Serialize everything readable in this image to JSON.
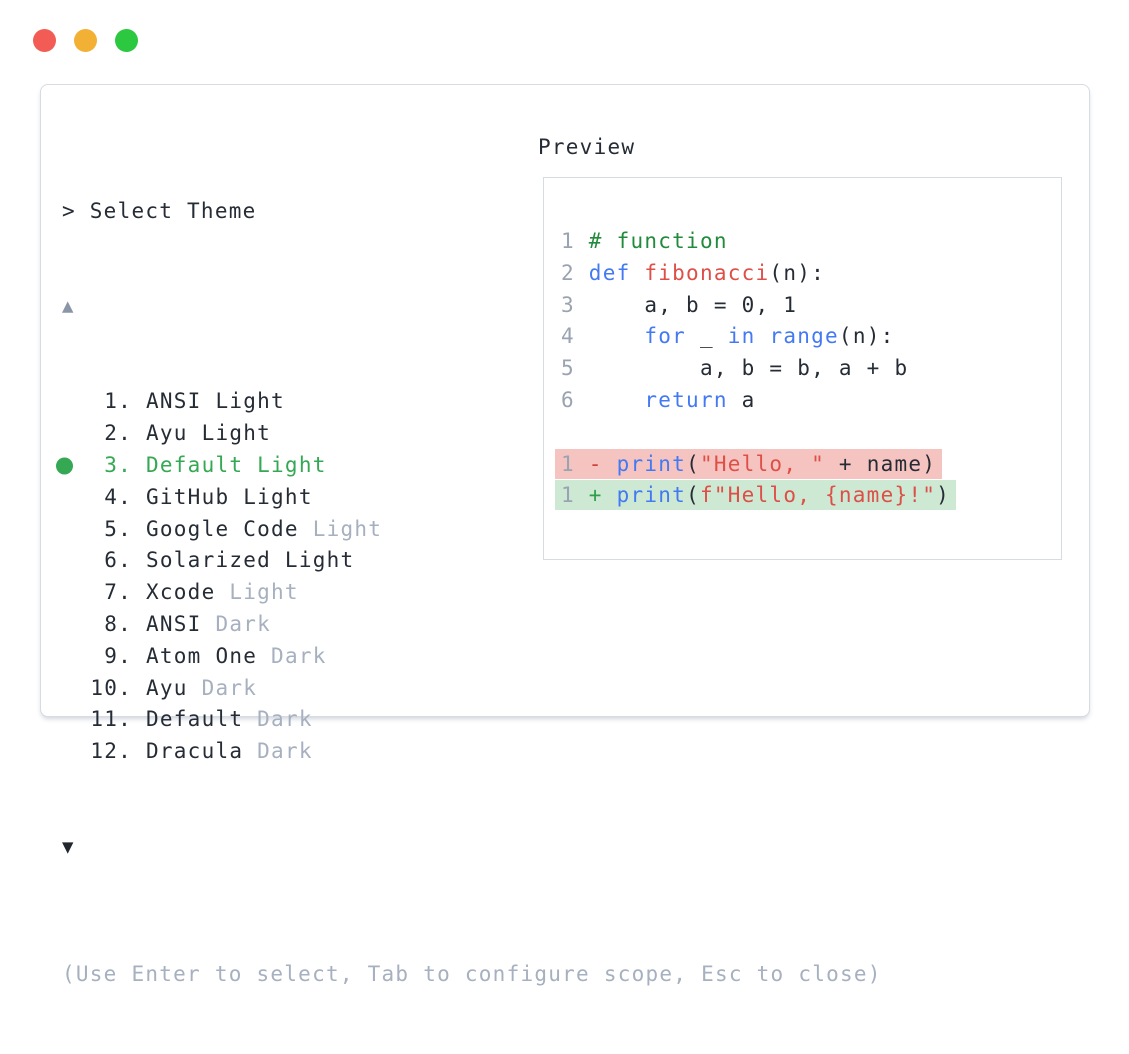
{
  "colors": {
    "text": "#262c36",
    "dim": "#a6b0bf",
    "line_number": "#9aa3b2",
    "accent_green": "#34a853",
    "comment_green": "#228b3b",
    "keyword_blue": "#4379f2",
    "string_red": "#dd4f47",
    "minus_red": "#d23f38",
    "plus_green": "#2f9e44",
    "removed_bg": "#f6c4c0",
    "added_bg": "#cde8d3",
    "border": "#d7dbe2",
    "dot_red": "#f25c54",
    "dot_yellow": "#f2b134",
    "dot_green": "#2bc840"
  },
  "theme_picker": {
    "prompt": "> Select Theme",
    "scroll_up": "▲",
    "scroll_down": "▼",
    "items": [
      {
        "number": "1.",
        "label": "ANSI Light",
        "dim_label": "",
        "selected": false
      },
      {
        "number": "2.",
        "label": "Ayu Light",
        "dim_label": "",
        "selected": false
      },
      {
        "number": "3.",
        "label": "Default Light",
        "dim_label": "",
        "selected": true
      },
      {
        "number": "4.",
        "label": "GitHub Light",
        "dim_label": "",
        "selected": false
      },
      {
        "number": "5.",
        "label": "Google Code",
        "dim_label": "Light",
        "selected": false
      },
      {
        "number": "6.",
        "label": "Solarized Light",
        "dim_label": "",
        "selected": false
      },
      {
        "number": "7.",
        "label": "Xcode",
        "dim_label": "Light",
        "selected": false
      },
      {
        "number": "8.",
        "label": "ANSI",
        "dim_label": "Dark",
        "selected": false
      },
      {
        "number": "9.",
        "label": "Atom One",
        "dim_label": "Dark",
        "selected": false
      },
      {
        "number": "10.",
        "label": "Ayu",
        "dim_label": "Dark",
        "selected": false
      },
      {
        "number": "11.",
        "label": "Default",
        "dim_label": "Dark",
        "selected": false
      },
      {
        "number": "12.",
        "label": "Dracula",
        "dim_label": "Dark",
        "selected": false
      }
    ],
    "hint": "(Use Enter to select, Tab to configure scope, Esc to close)"
  },
  "preview": {
    "title": "Preview",
    "lines": [
      {
        "num": "1",
        "tokens": [
          {
            "text": "# function",
            "type": "comment"
          }
        ]
      },
      {
        "num": "2",
        "tokens": [
          {
            "text": "def ",
            "type": "keyword"
          },
          {
            "text": "fibonacci",
            "type": "func"
          },
          {
            "text": "(n):",
            "type": "plain"
          }
        ]
      },
      {
        "num": "3",
        "tokens": [
          {
            "text": "    a, b = 0, 1",
            "type": "plain"
          }
        ]
      },
      {
        "num": "4",
        "tokens": [
          {
            "text": "    ",
            "type": "plain"
          },
          {
            "text": "for",
            "type": "keyword"
          },
          {
            "text": " _ ",
            "type": "plain"
          },
          {
            "text": "in",
            "type": "keyword"
          },
          {
            "text": " ",
            "type": "plain"
          },
          {
            "text": "range",
            "type": "keyword"
          },
          {
            "text": "(n):",
            "type": "plain"
          }
        ]
      },
      {
        "num": "5",
        "tokens": [
          {
            "text": "        a, b = b, a + b",
            "type": "plain"
          }
        ]
      },
      {
        "num": "6",
        "tokens": [
          {
            "text": "    ",
            "type": "plain"
          },
          {
            "text": "return",
            "type": "keyword"
          },
          {
            "text": " a",
            "type": "plain"
          }
        ]
      },
      {
        "blank": true
      },
      {
        "num": "1",
        "highlight": "removed",
        "tokens": [
          {
            "text": "- ",
            "type": "minus"
          },
          {
            "text": "print",
            "type": "keyword"
          },
          {
            "text": "(",
            "type": "plain"
          },
          {
            "text": "\"Hello, \"",
            "type": "string"
          },
          {
            "text": " + name)",
            "type": "plain"
          }
        ]
      },
      {
        "num": "1",
        "highlight": "added",
        "tokens": [
          {
            "text": "+ ",
            "type": "plus"
          },
          {
            "text": "print",
            "type": "keyword"
          },
          {
            "text": "(",
            "type": "plain"
          },
          {
            "text": "f\"Hello, {name}!\"",
            "type": "string"
          },
          {
            "text": ")",
            "type": "plain"
          }
        ]
      }
    ]
  }
}
